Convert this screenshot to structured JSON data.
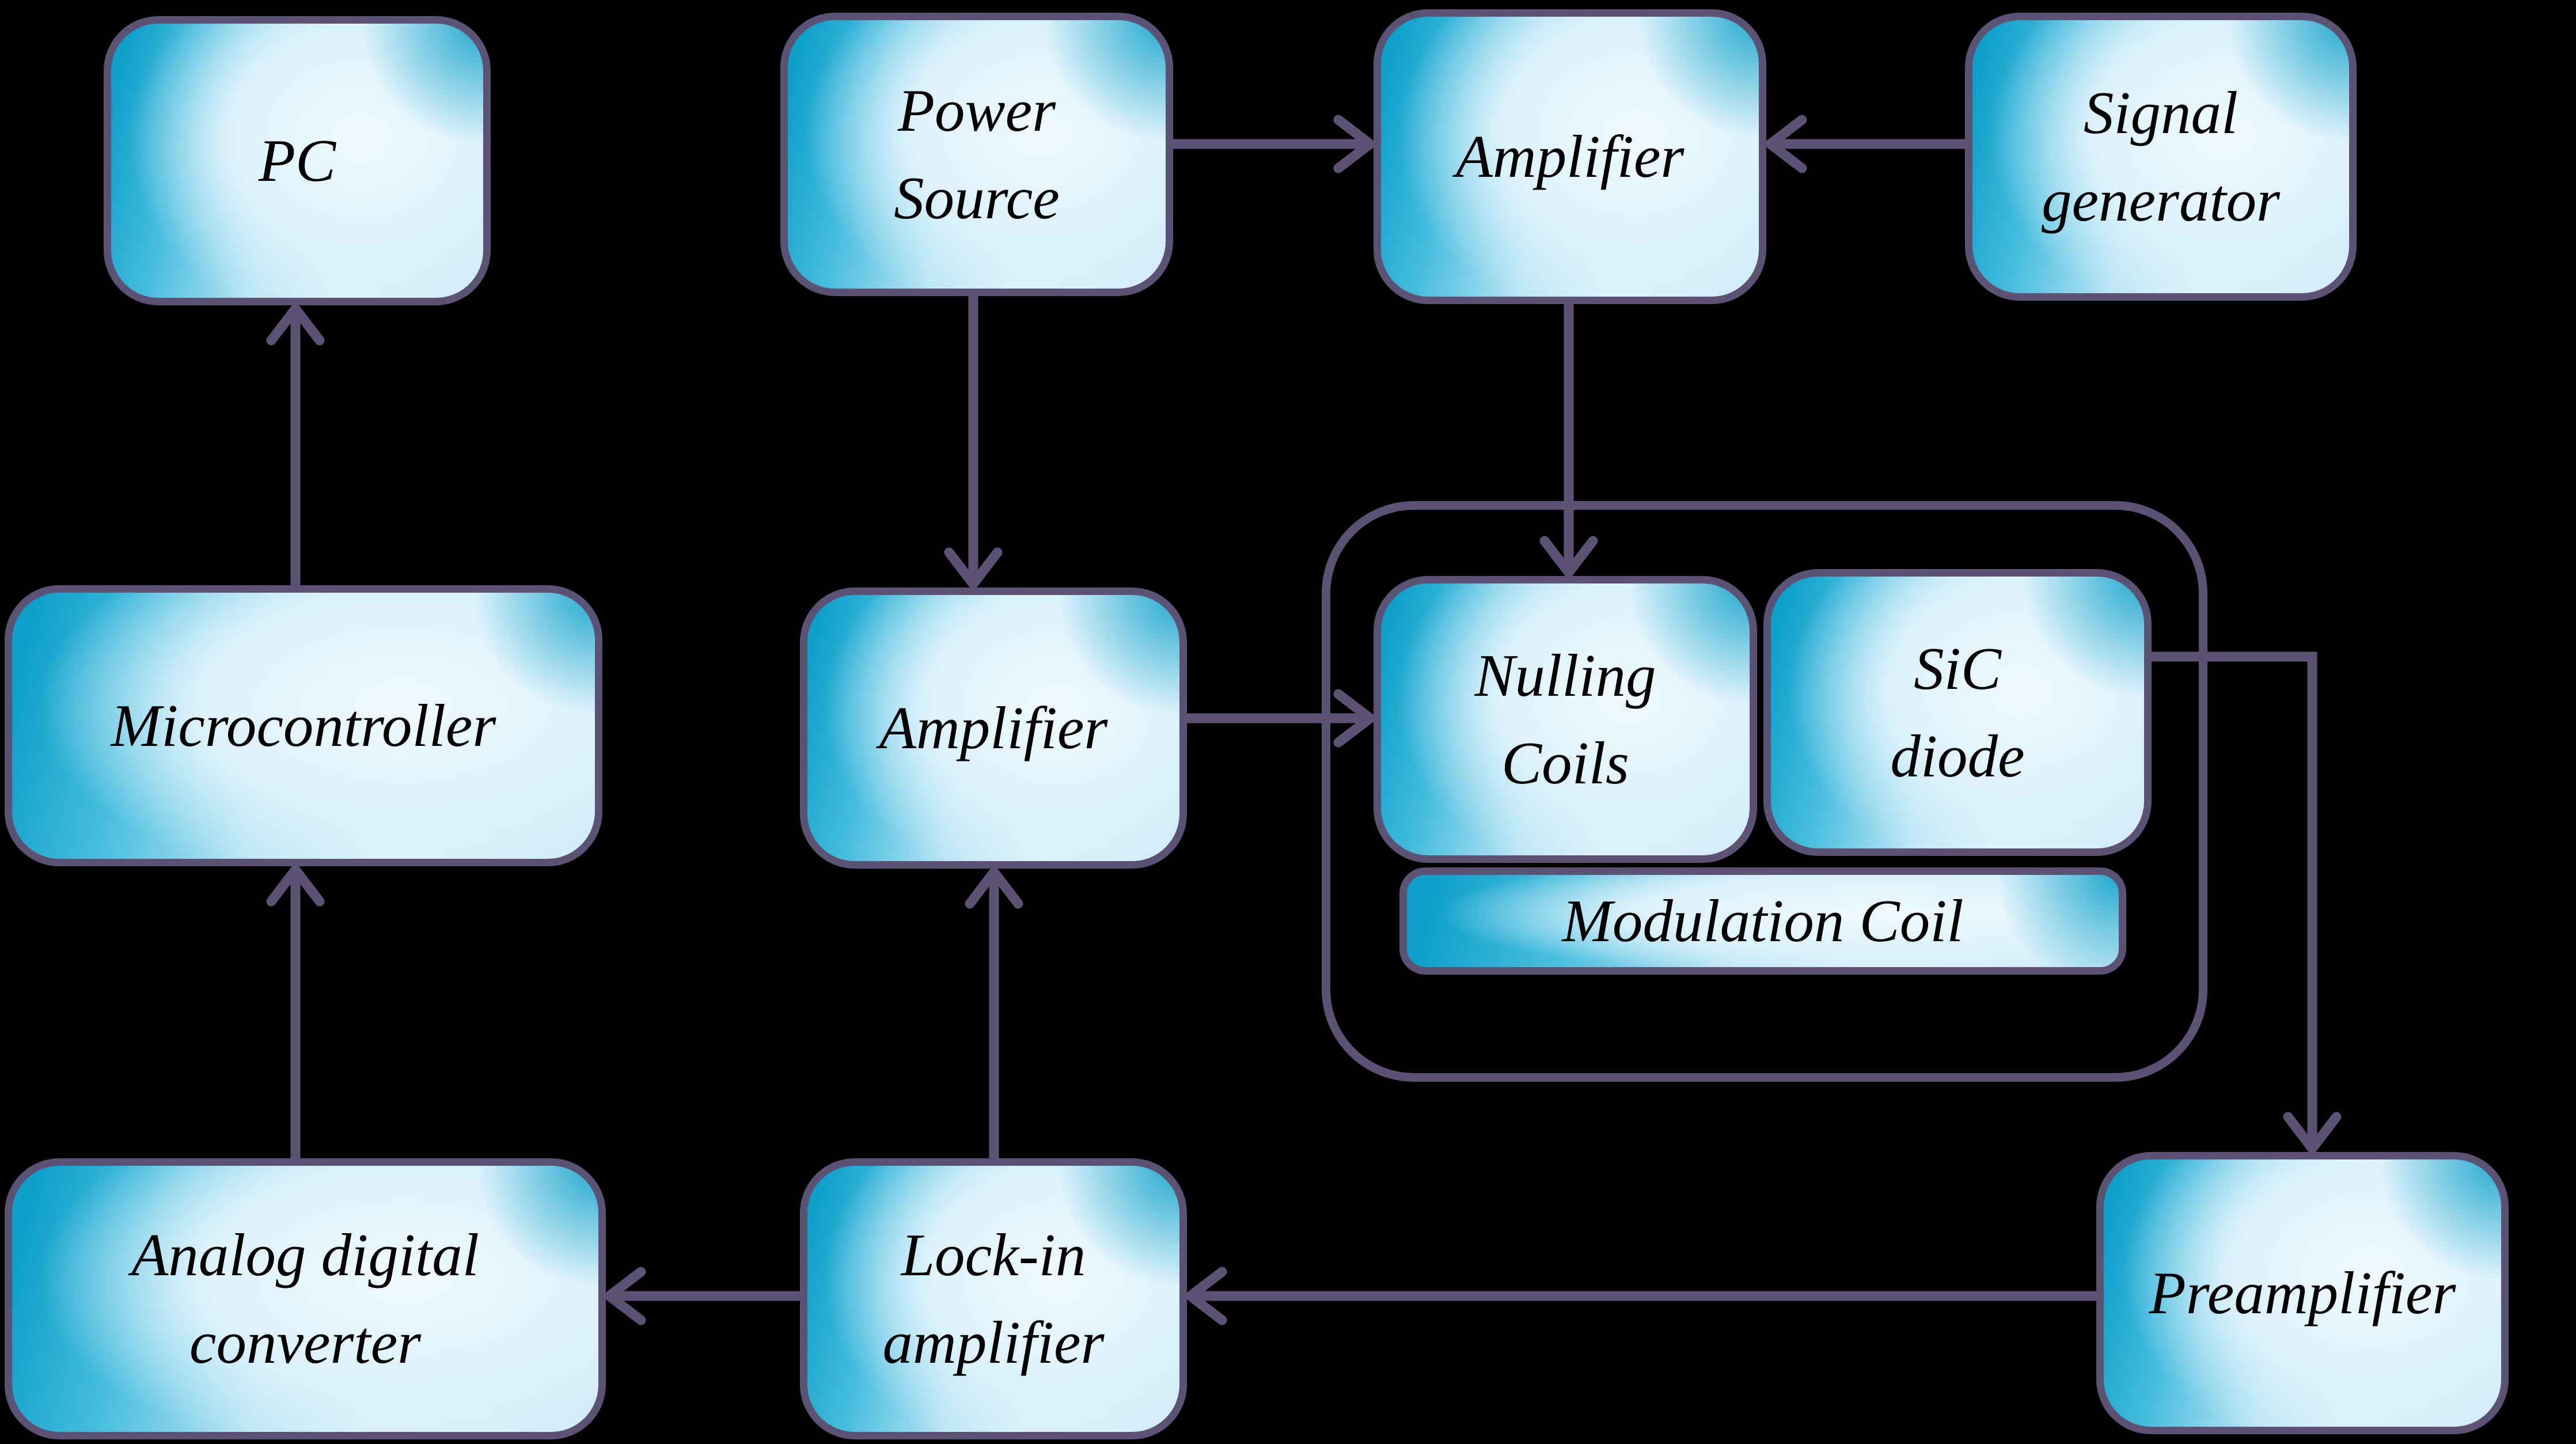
{
  "figure": {
    "type": "block-diagram",
    "background": "#000000",
    "palette": {
      "box_fill_cyan": "#14a3cb",
      "box_fill_mid": "#7fd0e8",
      "box_fill_light": "#dcf2fb",
      "box_border": "#5c5374",
      "arrow": "#5c5374",
      "label_color": "#000000"
    },
    "nodes": {
      "pc": {
        "label": "PC"
      },
      "power_source": {
        "label": "Power\nSource"
      },
      "amplifier_top": {
        "label": "Amplifier"
      },
      "signal_generator": {
        "label": "Signal\ngenerator"
      },
      "microcontroller": {
        "label": "Microcontroller"
      },
      "amplifier_mid": {
        "label": "Amplifier"
      },
      "nulling_coils": {
        "label": "Nulling\nCoils"
      },
      "sic_diode": {
        "label": "SiC\ndiode"
      },
      "modulation_coil": {
        "label": "Modulation Coil"
      },
      "adc": {
        "label": "Analog digital\nconverter"
      },
      "lock_in": {
        "label": "Lock-in\namplifier"
      },
      "preamplifier": {
        "label": "Preamplifier"
      }
    },
    "groups": [
      {
        "id": "probe-enclosure",
        "members": [
          "nulling_coils",
          "sic_diode",
          "modulation_coil"
        ]
      }
    ],
    "connections": [
      {
        "from": "power_source",
        "to": "amplifier_top"
      },
      {
        "from": "signal_generator",
        "to": "amplifier_top"
      },
      {
        "from": "power_source",
        "to": "amplifier_mid"
      },
      {
        "from": "amplifier_top",
        "to": "nulling_coils"
      },
      {
        "from": "amplifier_mid",
        "to": "nulling_coils"
      },
      {
        "from": "sic_diode",
        "to": "preamplifier"
      },
      {
        "from": "preamplifier",
        "to": "lock_in"
      },
      {
        "from": "lock_in",
        "to": "adc"
      },
      {
        "from": "lock_in",
        "to": "amplifier_mid"
      },
      {
        "from": "adc",
        "to": "microcontroller"
      },
      {
        "from": "microcontroller",
        "to": "pc"
      }
    ]
  }
}
